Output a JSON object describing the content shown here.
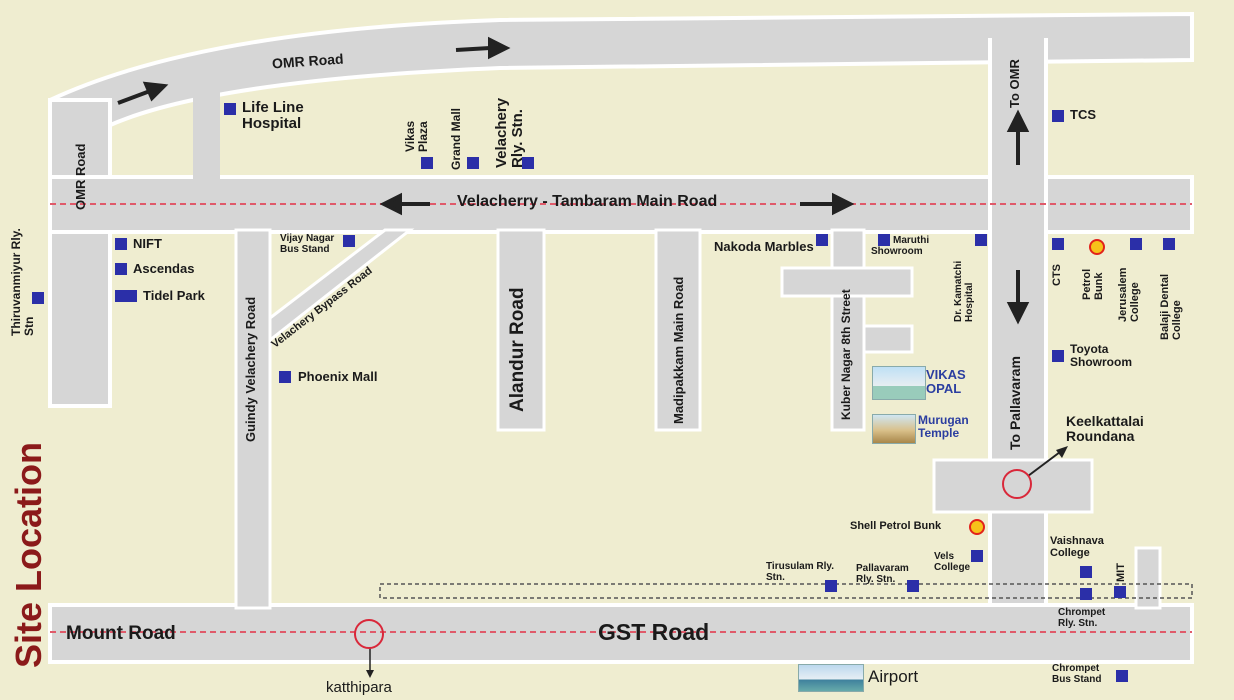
{
  "page": {
    "title": "Site Location"
  },
  "colors": {
    "background": "#efedd0",
    "road": "#d6d6d6",
    "road_edge": "#ffffff",
    "marker": "#2b2fa8",
    "highlight_label": "#2b3ea0",
    "title": "#8b1a1a",
    "dashed_line": "#e05a6a",
    "circle": "#d9283a"
  },
  "roads": {
    "omr_top": "OMR Road",
    "omr_left": "OMR Road",
    "velachery_main": "Velacherry - Tambaram Main Road",
    "guindy_velachery": "Guindy Velachery Road",
    "velachery_bypass": "Velachery Bypass Road",
    "alandur": "Alandur Road",
    "madipakkam": "Madipakkam Main Road",
    "kuber_nagar": "Kuber Nagar 8th Street",
    "to_pallavaram": "To Pallavaram",
    "to_omr": "To OMR",
    "mount_road": "Mount Road",
    "gst_road": "GST Road"
  },
  "places": {
    "thiruvanmiyur": "Thiruvanmiyur Rly. Stn",
    "life_line": "Life Line Hospital",
    "vikas_plaza": "Vikas Plaza",
    "grand_mall": "Grand Mall",
    "velachery_stn": "Velachery Rly. Stn.",
    "tcs": "TCS",
    "nift": "NIFT",
    "ascendas": "Ascendas",
    "tidel": "Tidel Park",
    "vijay_nagar": "Vijay Nagar Bus Stand",
    "phoenix": "Phoenix Mall",
    "nakoda": "Nakoda Marbles",
    "maruthi": "Maruthi Showroom",
    "kamatchi": "Dr. Kamatchi Hospital",
    "cts": "CTS",
    "petrol_bunk": "Petrol Bunk",
    "jerusalem": "Jerusalem College",
    "balaji": "Balaji Dental College",
    "toyota": "Toyota Showroom",
    "vikas_opal": "VIKAS OPAL",
    "murugan": "Murugan Temple",
    "keelkattalai": "Keelkattalai Roundana",
    "shell": "Shell Petrol Bunk",
    "vaishnava": "Vaishnava College",
    "mit": "MIT",
    "vels": "Vels College",
    "tirusulam": "Tirusulam Rly. Stn.",
    "pallavaram_stn": "Pallavaram Rly. Stn.",
    "chrompet_stn": "Chrompet Rly. Stn.",
    "chrompet_bus": "Chrompet Bus Stand",
    "airport": "Airport",
    "katthipara": "katthipara"
  }
}
